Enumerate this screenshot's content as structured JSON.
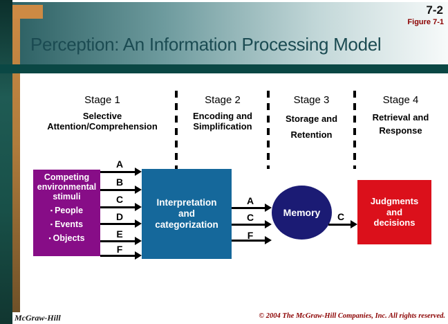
{
  "slide": {
    "number": "7-2",
    "figure_label": "Figure 7-1",
    "title": "Perception: An Information Processing Model"
  },
  "stages": [
    {
      "label": "Stage 1",
      "subtitle": "Selective\nAttention/Comprehension"
    },
    {
      "label": "Stage 2",
      "subtitle": "Encoding and\nSimplification"
    },
    {
      "label": "Stage 3",
      "subtitle": "Storage and\nRetention"
    },
    {
      "label": "Stage 4",
      "subtitle": "Retrieval and\nResponse"
    }
  ],
  "diagram": {
    "stimuli_box": {
      "title": "Competing\nenvironmental\nstimuli",
      "bullet_glyph": "▪",
      "bullets": [
        "People",
        "Events",
        "Objects"
      ]
    },
    "flow1_letters": [
      "A",
      "B",
      "C",
      "D",
      "E",
      "F"
    ],
    "interpretation_box": {
      "label": "Interpretation\nand\ncategorization"
    },
    "flow2_letters": [
      "A",
      "C",
      "F"
    ],
    "memory": {
      "label": "Memory"
    },
    "flow3_letters": [
      "C"
    ],
    "judgments_box": {
      "label": "Judgments\nand\ndecisions"
    }
  },
  "footer": {
    "left": "McGraw-Hill",
    "right": "© 2004 The McGraw-Hill Companies, Inc. All rights reserved."
  },
  "colors": {
    "header_teal_dark": "#0a4744",
    "header_gradient_start": "#2c6063",
    "accent_orange": "#cd8a44",
    "title_text": "#1b4b52",
    "figure_label_red": "#8b0000",
    "stimuli_purple": "#870d87",
    "interpretation_blue": "#15689b",
    "memory_navy": "#1b1b74",
    "judgments_red": "#db101b",
    "copyright_red": "#8b0000"
  }
}
